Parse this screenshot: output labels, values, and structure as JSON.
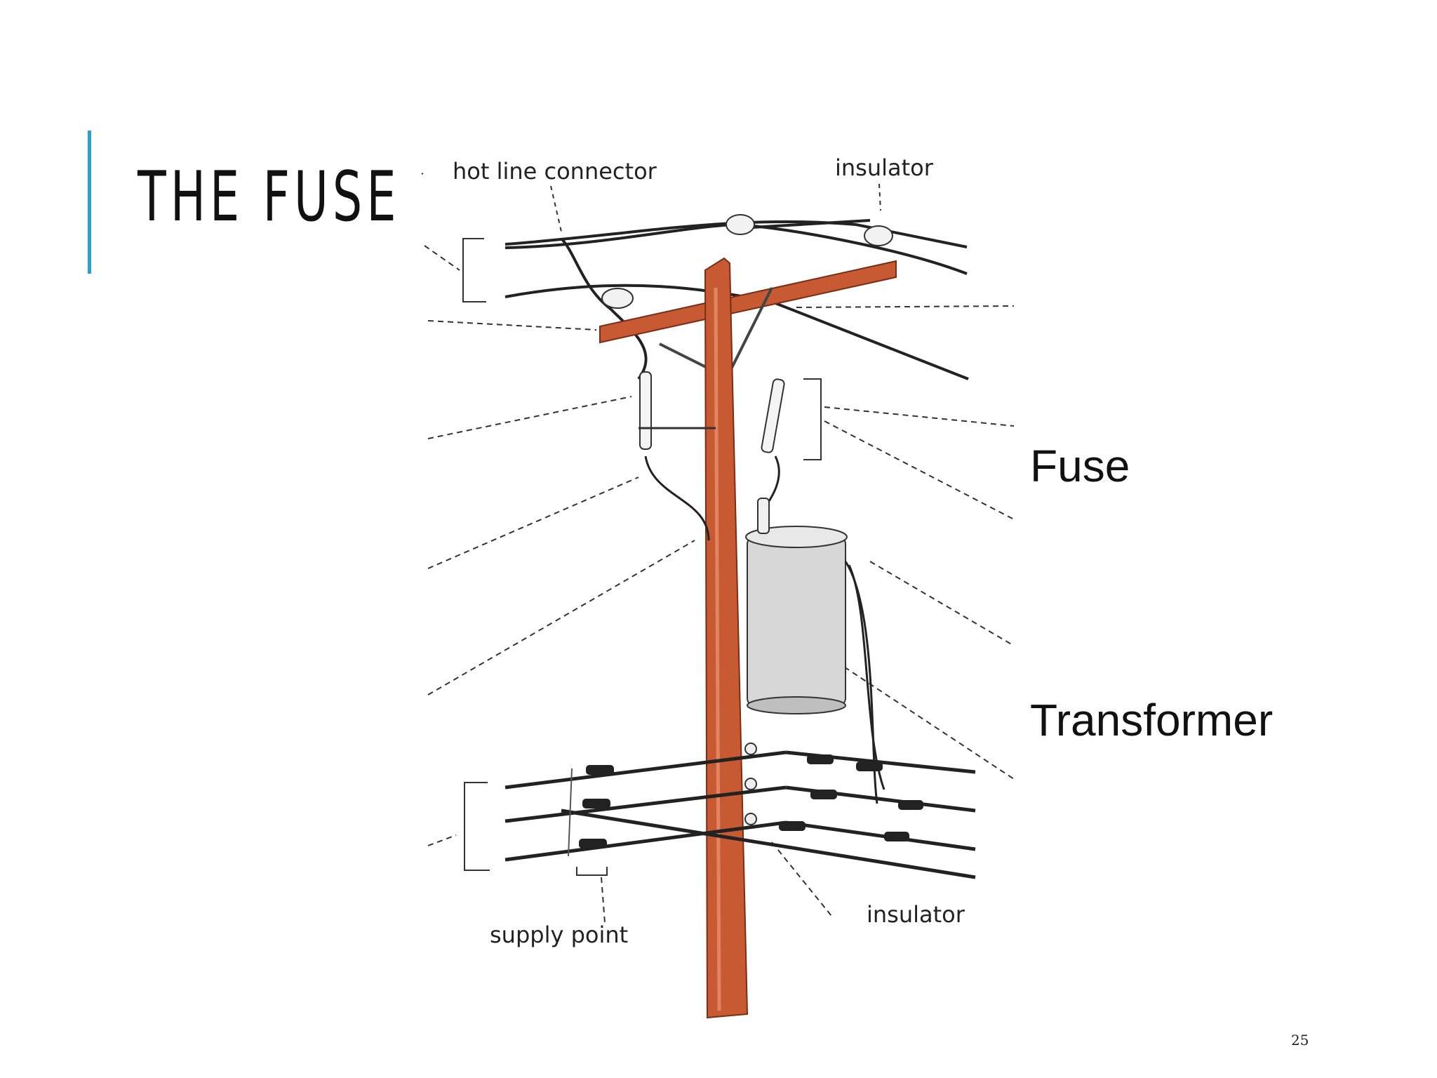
{
  "slide": {
    "title": "THE FUSE",
    "accent_color": "#2e9fd3",
    "page_number": "25"
  },
  "diagram": {
    "labels": {
      "hot_line_connector": "hot line connector",
      "insulator_top": "insulator",
      "insulator_bottom": "insulator",
      "supply_point": "supply point"
    },
    "pole_color": "#c85a33",
    "wire_color": "#222222"
  },
  "side_labels": {
    "fuse": "Fuse",
    "transformer": "Transformer"
  }
}
